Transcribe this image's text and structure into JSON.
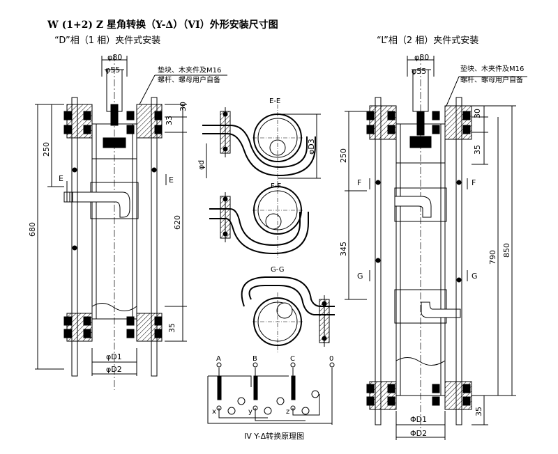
{
  "title": "W (1+2) Z  星角转换（Y-Δ）（VI）外形安装尺寸图",
  "left_view": {
    "heading": "“D”相（1 相）夹件式安装",
    "phi80": "φ80",
    "phi55": "φ55",
    "note_line1": "垫块、木夹件及M16",
    "note_line2": "螺杆、螺母用户自备",
    "dim_30": "30",
    "dim_33": "33",
    "dim_250": "250",
    "dim_680": "680",
    "dim_620": "620",
    "dim_35": "35",
    "sec_e_left": "E",
    "sec_e_right": "E",
    "dim_phid1": "φD1",
    "dim_phid2": "φD2"
  },
  "middle_view": {
    "sec_ee": "E-E",
    "sec_ff": "F-F",
    "sec_gg": "G-G",
    "dim_phid3": "φD3",
    "dim_phid": "φd",
    "terminals": [
      "A",
      "B",
      "C",
      "0"
    ],
    "taps": [
      "x",
      "y",
      "z"
    ],
    "caption": "IV Y-Δ转换原理图"
  },
  "right_view": {
    "heading": "“L”相（2 相）夹件式安装",
    "phi80": "φ80",
    "phi55": "φ55",
    "note_line1": "垫块、木夹件及M16",
    "note_line2": "螺杆、螺母用户自备",
    "dim_30": "30",
    "dim_35_top": "35",
    "dim_250": "250",
    "dim_345": "345",
    "dim_790": "790",
    "dim_850": "850",
    "dim_35_bottom": "35",
    "sec_f_left": "F",
    "sec_f_right": "F",
    "sec_g_left": "G",
    "sec_g_right": "G",
    "dim_phid1": "ΦD1",
    "dim_phid2": "ΦD2"
  },
  "colors": {
    "ink": "#000000",
    "paper": "#ffffff"
  }
}
